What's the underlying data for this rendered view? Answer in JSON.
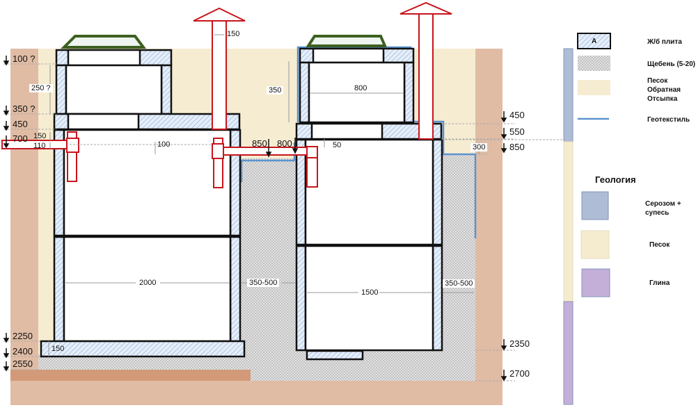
{
  "legend": {
    "items": [
      {
        "swatch": "concrete-hatch",
        "swatch_label": "А",
        "label": "Ж/б плита"
      },
      {
        "swatch": "gravel-dots",
        "label": "Щебень (5-20)"
      },
      {
        "swatch": "sand-fill",
        "label_lines": [
          "Песок",
          "Обратная",
          "Отсыпка"
        ]
      },
      {
        "swatch": "geotextile-line",
        "label": "Геотекстиль"
      }
    ],
    "geology_title": "Геология",
    "geology_items": [
      {
        "color": "#aebcd6",
        "label_lines": [
          "Серозом +",
          "супесь"
        ]
      },
      {
        "color": "#f5ecd0",
        "label": "Песок"
      },
      {
        "color": "#c4afd9",
        "label": "Глина"
      }
    ]
  },
  "colors": {
    "soil": "#e0bca5",
    "soil_dark": "#d29a78",
    "sand": "#f6ecd1",
    "concrete": "#dbe7f5",
    "geotextile": "#5b93cf",
    "pipe": "#c8141c",
    "hatch_cover": "#3d6020",
    "geo_top": "#aebcd6",
    "geo_mid": "#f5ecd0",
    "geo_bottom": "#c4afd9"
  },
  "left_levels": [
    {
      "value": "100 ?"
    },
    {
      "value": "350 ?"
    },
    {
      "value": "450"
    },
    {
      "value": "700"
    },
    {
      "value": "2250"
    },
    {
      "value": "2400"
    },
    {
      "value": "2550"
    }
  ],
  "right_levels": [
    {
      "value": "450"
    },
    {
      "value": "550"
    },
    {
      "value": "850"
    },
    {
      "value": "2350"
    },
    {
      "value": "2700"
    }
  ],
  "dimensions": {
    "neck_left": "250 ?",
    "pipe_offset_150": "150",
    "pipe_dia_110": "110",
    "vent_dia": "150",
    "drop_100": "100",
    "inlet_850": "850",
    "inlet_800": "800",
    "drop_50": "50",
    "neck_right": "350",
    "neck_right_width": "800",
    "geo_offset_300": "300",
    "tank1_width": "2000",
    "gap_between": "350-500",
    "tank2_width": "1500",
    "gap_right": "350-500",
    "base_slab": "150"
  }
}
